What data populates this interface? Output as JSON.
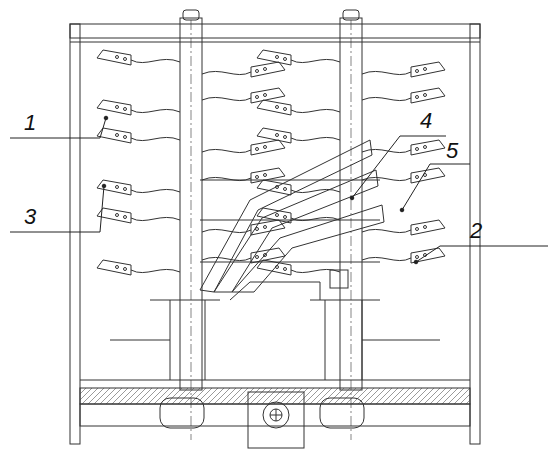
{
  "diagram": {
    "labels": [
      "1",
      "4",
      "5",
      "3",
      "2"
    ]
  }
}
